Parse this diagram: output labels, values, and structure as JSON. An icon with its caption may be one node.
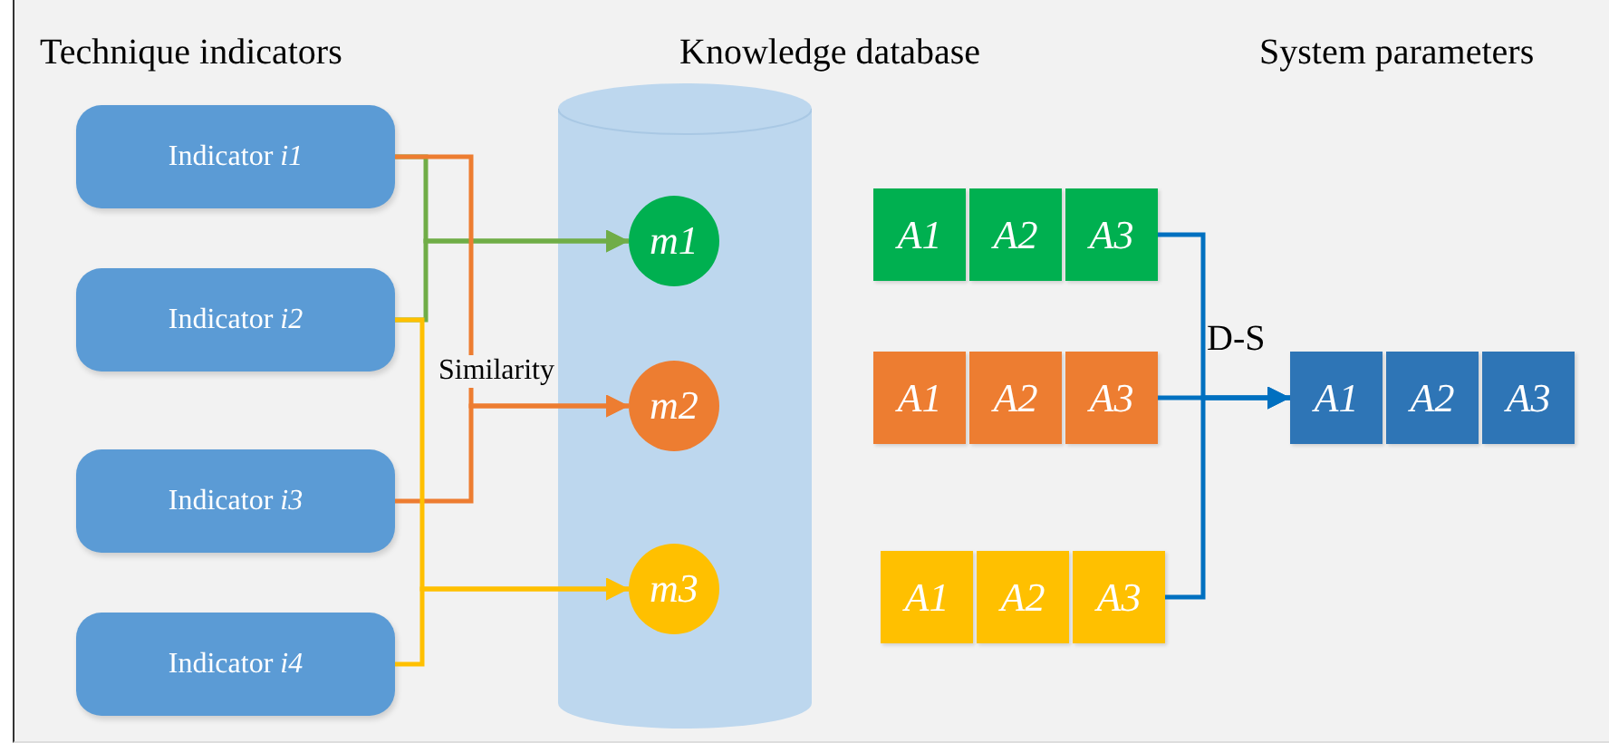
{
  "diagram": {
    "nodes": [
      {
        "text": [
          "Indicator *i1*"
        ]
      },
      {
        "text": [
          "Indicator *i2*"
        ]
      },
      {
        "text": [
          "Indicator *i3*"
        ]
      },
      {
        "text": [
          "Indicator *i4*"
        ]
      },
      {
        "text": [],
        "shape": "cylinder"
      },
      {
        "text": [
          "m1"
        ],
        "in": 4
      },
      {
        "text": [
          "m2"
        ],
        "in": 4
      },
      {
        "text": [
          "m3"
        ],
        "in": 4
      },
      {
        "text": [
          "A1"
        ]
      },
      {
        "text": [
          "A2"
        ]
      },
      {
        "text": [
          "A3"
        ]
      },
      {
        "text": [
          "A1"
        ]
      },
      {
        "text": [
          "A2"
        ]
      },
      {
        "text": [
          "A3"
        ]
      },
      {
        "text": [
          "A1"
        ]
      },
      {
        "text": [
          "A2"
        ]
      },
      {
        "text": [
          "A3"
        ]
      },
      {
        "text": [
          "A1"
        ]
      },
      {
        "text": [
          "A2"
        ]
      },
      {
        "text": [
          "A3"
        ]
      }
    ],
    "edges": [
      {
        "from": 0,
        "to": 5,
        "arrow": "to",
        "color": "#70ad47"
      },
      {
        "from": 1,
        "to": 5,
        "arrow": "to",
        "color": "#70ad47"
      },
      {
        "from": 0,
        "to": 6,
        "arrow": "to",
        "color": "#ed7d31"
      },
      {
        "from": 2,
        "to": 6,
        "arrow": "to",
        "color": "#ed7d31"
      },
      {
        "from": 1,
        "to": 7,
        "arrow": "to",
        "color": "#ffc000"
      },
      {
        "from": 3,
        "to": 7,
        "arrow": "to",
        "color": "#ffc000"
      },
      {
        "from": 10,
        "to": 17,
        "arrow": "to"
      },
      {
        "from": 13,
        "to": 17,
        "arrow": "to"
      },
      {
        "from": 16,
        "to": 17,
        "arrow": "to"
      }
    ],
    "labels": [
      "Technique indicators",
      "Knowledge database",
      "System parameters",
      "Similarity",
      "D-S"
    ]
  }
}
